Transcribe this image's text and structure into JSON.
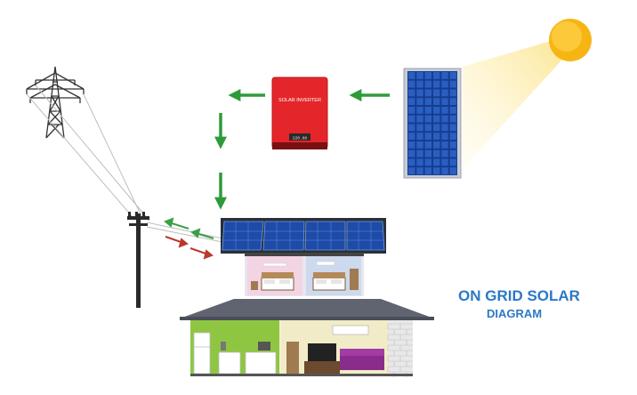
{
  "diagram": {
    "title_line1": "ON GRID SOLAR",
    "title_line2": "DIAGRAM",
    "inverter_label": "SOLAR INVERTER",
    "inverter_display": "220.88"
  },
  "colors": {
    "flow_arrow": "#2e9b3a",
    "grid_export_arrow": "#3aa047",
    "grid_import_arrow": "#b93a2e",
    "inverter_body": "#e4262a",
    "panel_cell": "#1e4aa8",
    "sun": "#f5b81c",
    "title": "#2b78c5"
  },
  "components": [
    "transmission-tower",
    "utility-pole",
    "solar-inverter",
    "solar-panel",
    "sun",
    "house"
  ]
}
